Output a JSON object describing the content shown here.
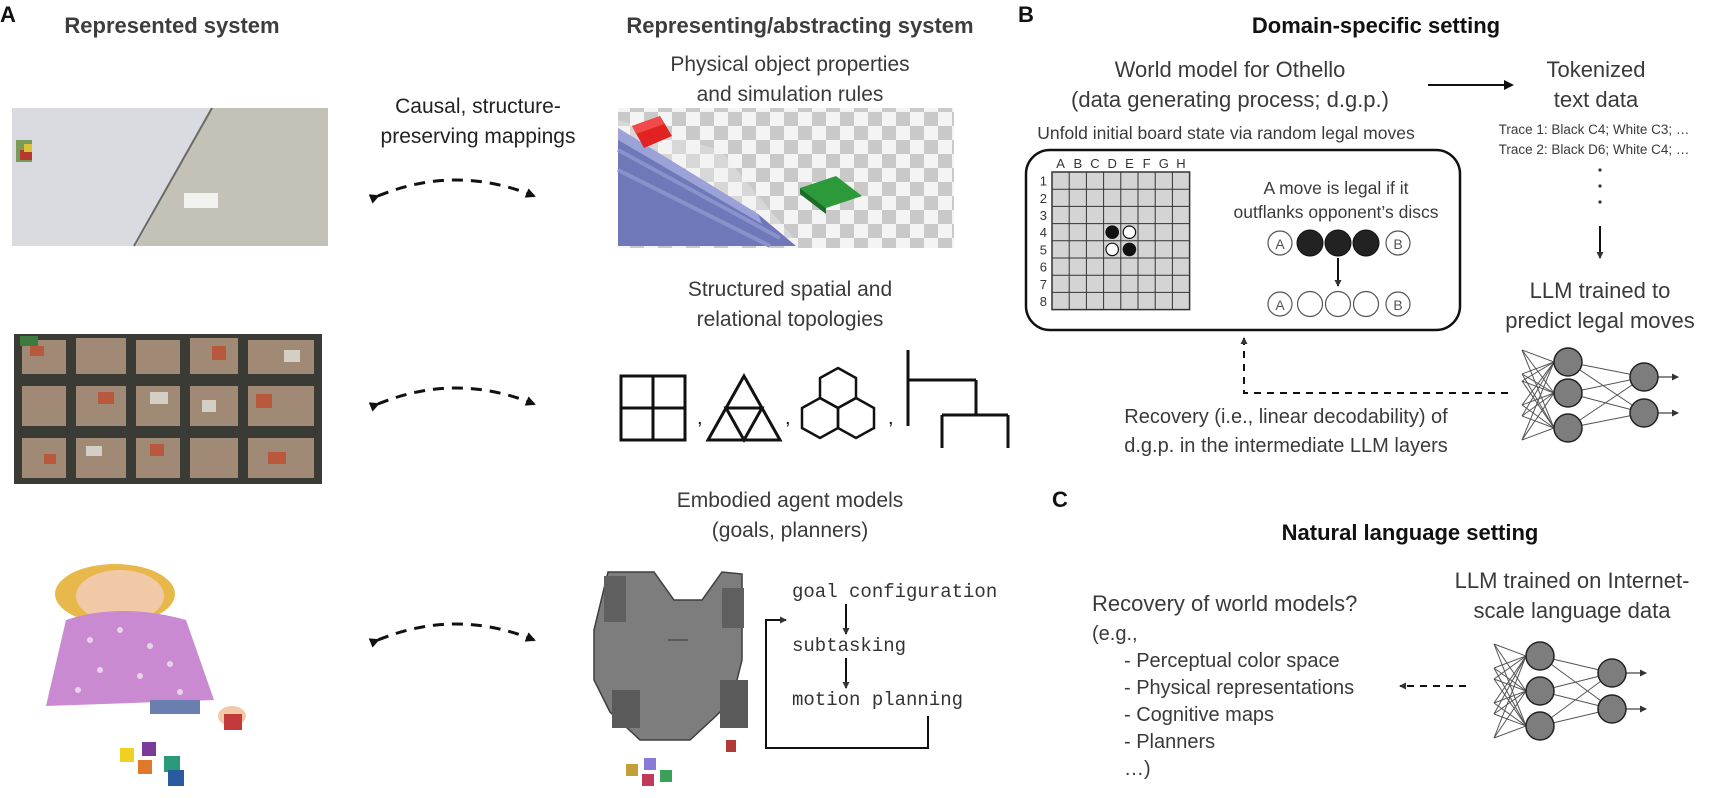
{
  "panel_a": {
    "letter": "A",
    "left_title": "Represented system",
    "right_title": "Representing/abstracting system",
    "mapping_caption_1": "Causal, structure-",
    "mapping_caption_2": "preserving mappings",
    "row1_caption_1": "Physical object properties",
    "row1_caption_2": "and simulation rules",
    "row2_caption_1": "Structured spatial and",
    "row2_caption_2": "relational topologies",
    "row3_caption_1": "Embodied agent models",
    "row3_caption_2": "(goals, planners)",
    "planner_steps": [
      "goal configuration",
      "subtasking",
      "motion planning"
    ],
    "topology_separators": [
      ",",
      ",",
      ","
    ]
  },
  "panel_b": {
    "letter": "B",
    "title": "Domain-specific setting",
    "world_model_1": "World model for Othello",
    "world_model_2": "(data generating process; d.g.p.)",
    "unfold_caption": "Unfold initial board state via random legal moves",
    "board_columns": [
      "A",
      "B",
      "C",
      "D",
      "E",
      "F",
      "G",
      "H"
    ],
    "board_rows": [
      "1",
      "2",
      "3",
      "4",
      "5",
      "6",
      "7",
      "8"
    ],
    "legal_rule_1": "A move is legal if it",
    "legal_rule_2": "outflanks opponent’s discs",
    "disc_letters": [
      "A",
      "B"
    ],
    "tokenized_1": "Tokenized",
    "tokenized_2": "text data",
    "traces": [
      "Trace 1: Black C4; White C3; …",
      "Trace 2: Black D6; White C4; …"
    ],
    "llm_caption_1": "LLM trained to",
    "llm_caption_2": "predict legal moves",
    "recovery_1": "Recovery (i.e., linear decodability) of",
    "recovery_2": "d.g.p. in the intermediate LLM layers"
  },
  "panel_c": {
    "letter": "C",
    "title": "Natural language setting",
    "question": "Recovery of world models?",
    "eg": "(e.g.,",
    "items": [
      "- Perceptual color space",
      "- Physical representations",
      "- Cognitive maps",
      "- Planners"
    ],
    "ellipsis": "…)",
    "llm_caption_1": "LLM trained on Internet-",
    "llm_caption_2": "scale language data"
  }
}
